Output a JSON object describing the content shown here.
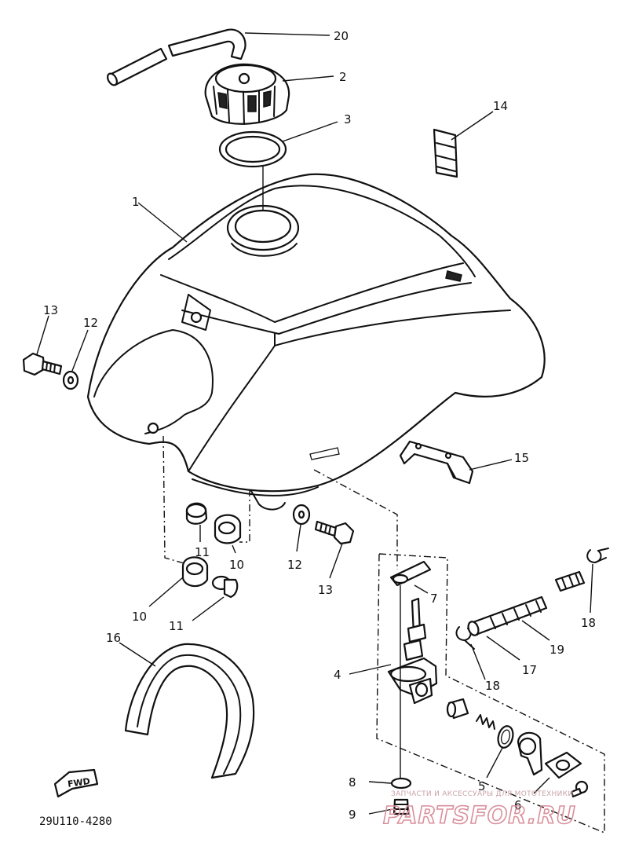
{
  "diagram": {
    "part_labels": [
      "20",
      "2",
      "3",
      "14",
      "1",
      "13",
      "12",
      "15",
      "11",
      "10",
      "12",
      "13",
      "7",
      "10",
      "11",
      "16",
      "4",
      "18",
      "19",
      "17",
      "18",
      "8",
      "5",
      "6",
      "9"
    ],
    "drawing_code": "29U110-4280",
    "fwd_label": "FWD"
  },
  "watermark": {
    "tagline": "ЗАПЧАСТИ И АКСЕССУАРЫ ДЛЯ МОТОТЕХНИКИ",
    "logo_text": "PARTSFOR.RU",
    "color": "#d9909c"
  }
}
